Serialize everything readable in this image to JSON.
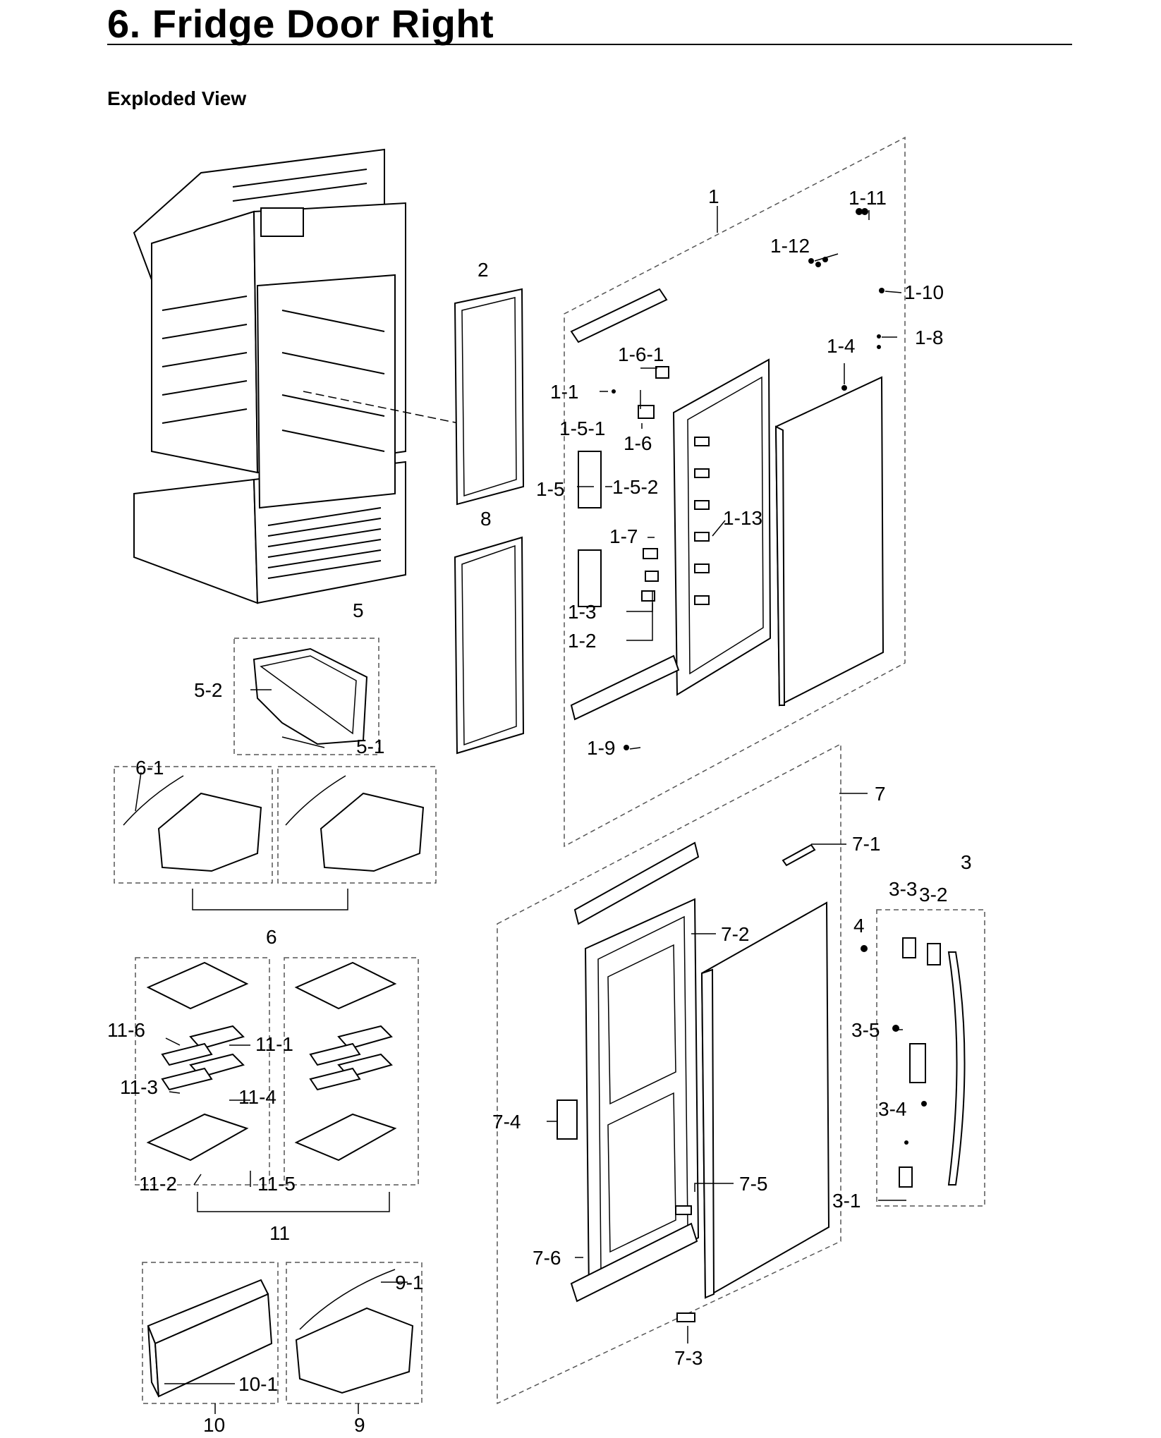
{
  "title": "6.  Fridge Door Right",
  "section": "Exploded View",
  "labels": {
    "p1": "1",
    "p1_1": "1-1",
    "p1_2": "1-2",
    "p1_3": "1-3",
    "p1_4": "1-4",
    "p1_5": "1-5",
    "p1_5_1": "1-5-1",
    "p1_5_2": "1-5-2",
    "p1_6": "1-6",
    "p1_6_1": "1-6-1",
    "p1_7": "1-7",
    "p1_8": "1-8",
    "p1_9": "1-9",
    "p1_10": "1-10",
    "p1_11": "1-11",
    "p1_12": "1-12",
    "p1_13": "1-13",
    "p2": "2",
    "p3": "3",
    "p3_1": "3-1",
    "p3_2": "3-2",
    "p3_3": "3-3",
    "p3_4": "3-4",
    "p3_5": "3-5",
    "p4": "4",
    "p5": "5",
    "p5_1": "5-1",
    "p5_2": "5-2",
    "p6": "6",
    "p6_1": "6-1",
    "p7": "7",
    "p7_1": "7-1",
    "p7_2": "7-2",
    "p7_3": "7-3",
    "p7_4": "7-4",
    "p7_5": "7-5",
    "p7_6": "7-6",
    "p8": "8",
    "p9": "9",
    "p9_1": "9-1",
    "p10": "10",
    "p10_1": "10-1",
    "p11": "11",
    "p11_1": "11-1",
    "p11_2": "11-2",
    "p11_3": "11-3",
    "p11_4": "11-4",
    "p11_5": "11-5",
    "p11_6": "11-6"
  }
}
